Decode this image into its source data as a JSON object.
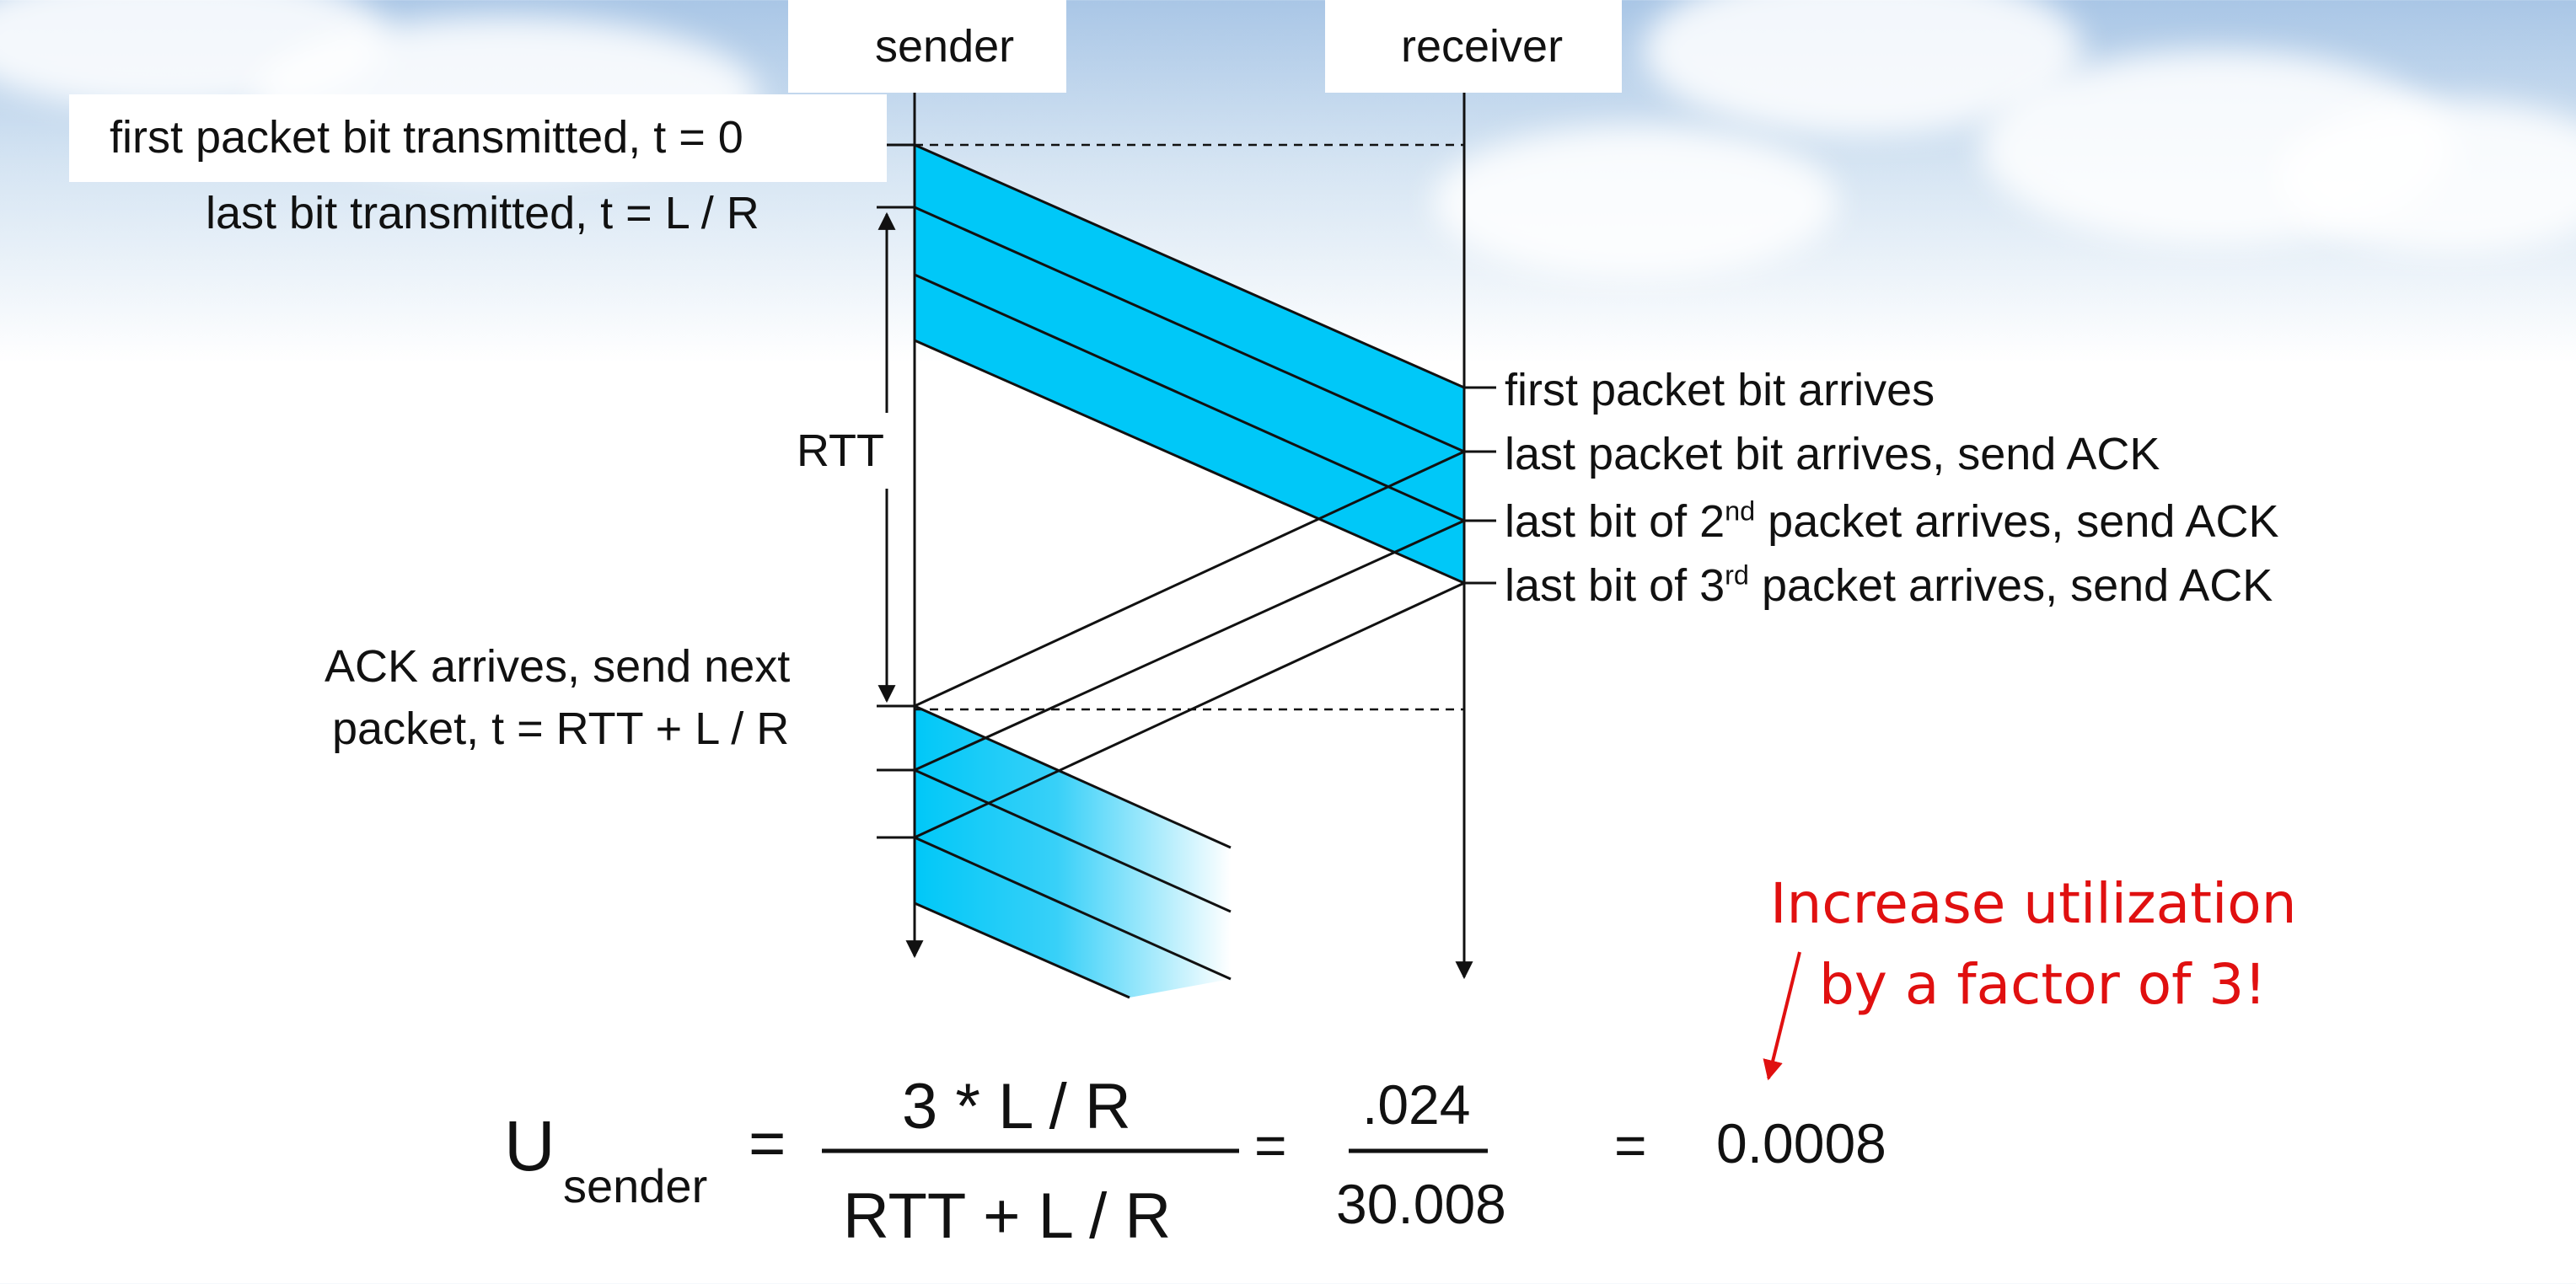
{
  "columns": {
    "sender": "sender",
    "receiver": "receiver"
  },
  "left_labels": {
    "first_bit": "first packet bit transmitted, t = 0",
    "last_bit": "last bit transmitted, t = L / R",
    "rtt": "RTT",
    "ack_line1": "ACK arrives, send next",
    "ack_line2": "packet, t = RTT + L / R"
  },
  "right_labels": {
    "first_arrives": "first packet bit arrives",
    "last_arrives": "last packet bit arrives, send ACK",
    "second_pre": "last bit of 2",
    "second_sup": "nd",
    "second_post": " packet arrives, send ACK",
    "third_pre": "last bit of 3",
    "third_sup": "rd",
    "third_post": " packet arrives, send ACK"
  },
  "annotation": {
    "line1": "Increase utilization",
    "line2": "by a factor of 3!"
  },
  "formula": {
    "u": "U",
    "sub": "sender",
    "eq1": "=",
    "numerator": "3 * L / R",
    "denominator": "RTT + L / R",
    "eq2": "=",
    "num2": ".024",
    "den2": "30.008",
    "eq3": "=",
    "result": "0.0008"
  },
  "colors": {
    "packet": "#00c8f8",
    "annotation": "#e01010"
  }
}
